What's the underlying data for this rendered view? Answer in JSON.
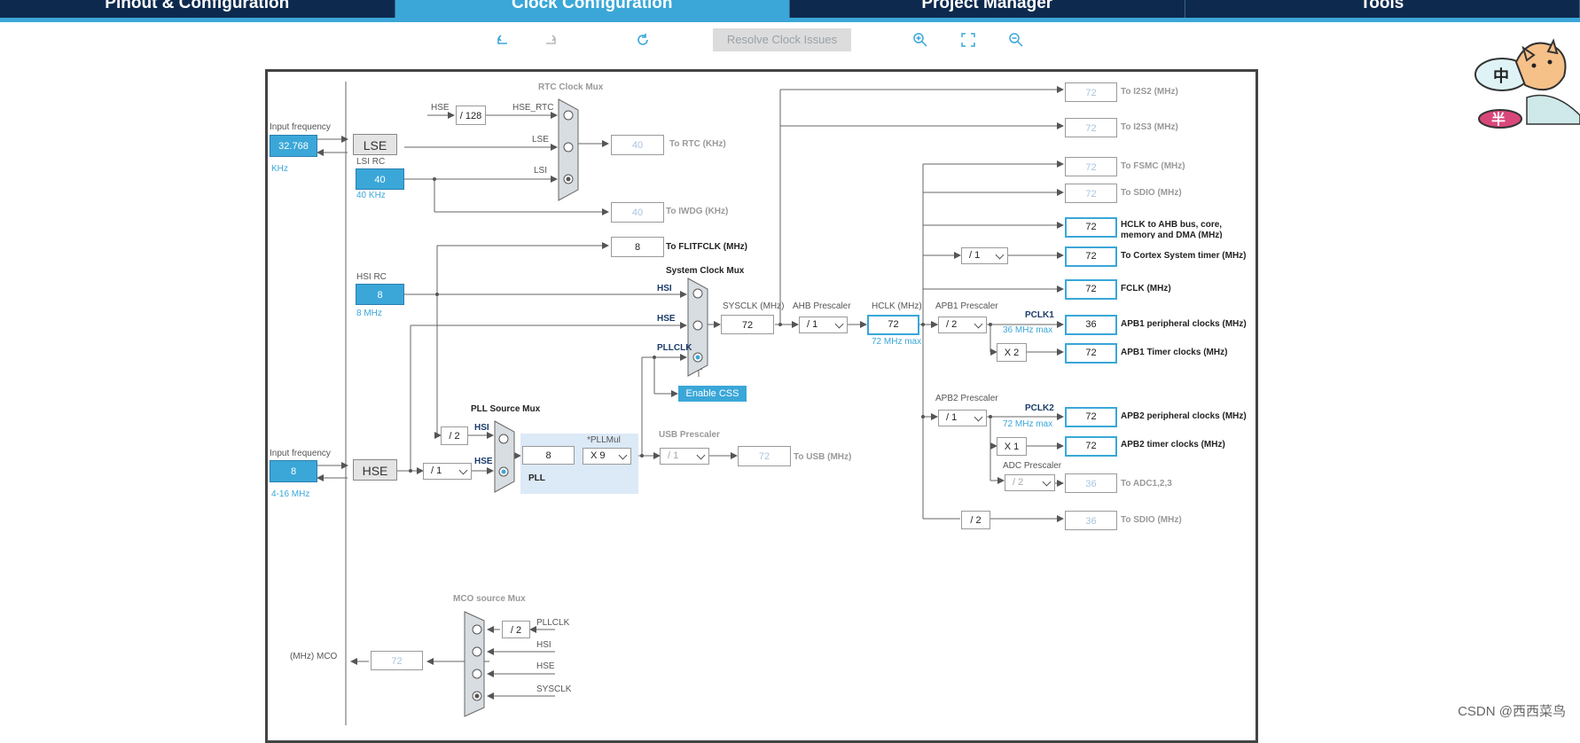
{
  "tabs": [
    {
      "label": "Pinout & Configuration",
      "active": false
    },
    {
      "label": "Clock Configuration",
      "active": true
    },
    {
      "label": "Project Manager",
      "active": false
    },
    {
      "label": "Tools",
      "active": false
    }
  ],
  "toolbar": {
    "resolve_label": "Resolve Clock Issues"
  },
  "inputs": {
    "lse_freq": "32.768",
    "lse_unit": "KHz",
    "lse_label": "Input frequency",
    "hse_freq": "8",
    "hse_range": "4-16 MHz",
    "hse_label": "Input frequency",
    "lse_name": "LSE",
    "hse_name": "HSE",
    "lsi_title": "LSI RC",
    "lsi_value": "40",
    "lsi_unit": "40 KHz",
    "hsi_title": "HSI RC",
    "hsi_value": "8",
    "hsi_unit": "8 MHz"
  },
  "rtc": {
    "title": "RTC Clock Mux",
    "hse_label": "HSE",
    "hse_div": "/ 128",
    "hse_rtc": "HSE_RTC",
    "lse": "LSE",
    "lsi": "LSI",
    "rtc_value": "40",
    "rtc_label": "To RTC (KHz)",
    "iwdg_value": "40",
    "iwdg_label": "To IWDG (KHz)",
    "flitf_value": "8",
    "flitf_label": "To FLITFCLK (MHz)"
  },
  "sysmux": {
    "title": "System Clock Mux",
    "hsi": "HSI",
    "hse": "HSE",
    "pllclk": "PLLCLK",
    "css_button": "Enable CSS"
  },
  "pll": {
    "src_title": "PLL Source Mux",
    "hsi_div": "/ 2",
    "hsi": "HSI",
    "hse": "HSE",
    "hse_pre": "/ 1",
    "input": "8",
    "mul_label": "*PLLMul",
    "mul": "X 9",
    "name": "PLL",
    "usb_title": "USB Prescaler",
    "usb_div": "/ 1",
    "usb_value": "72",
    "usb_label": "To USB (MHz)"
  },
  "sys": {
    "sysclk_label": "SYSCLK (MHz)",
    "sysclk": "72",
    "ahb_label": "AHB Prescaler",
    "ahb": "/ 1",
    "hclk_label": "HCLK (MHz)",
    "hclk": "72",
    "hclk_max": "72 MHz max",
    "apb1_label": "APB1 Prescaler",
    "apb1": "/ 2",
    "pclk1": "PCLK1",
    "pclk1_max": "36 MHz max",
    "x2": "X 2",
    "apb2_label": "APB2 Prescaler",
    "apb2": "/ 1",
    "pclk2": "PCLK2",
    "pclk2_max": "72 MHz max",
    "x1": "X 1",
    "adc_label": "ADC Prescaler",
    "adc": "/ 2",
    "sdio_div": "/ 2",
    "cortex_div": "/ 1"
  },
  "outputs": {
    "i2s2": {
      "value": "72",
      "label": "To I2S2 (MHz)"
    },
    "i2s3": {
      "value": "72",
      "label": "To I2S3 (MHz)"
    },
    "fsmc": {
      "value": "72",
      "label": "To FSMC (MHz)"
    },
    "sdio1": {
      "value": "72",
      "label": "To SDIO (MHz)"
    },
    "hclk": {
      "value": "72",
      "label": "HCLK to AHB bus, core,",
      "label2": "memory and DMA (MHz)"
    },
    "cortex": {
      "value": "72",
      "label": "To Cortex System timer (MHz)"
    },
    "fclk": {
      "value": "72",
      "label": "FCLK (MHz)"
    },
    "apb1p": {
      "value": "36",
      "label": "APB1 peripheral clocks (MHz)"
    },
    "apb1t": {
      "value": "72",
      "label": "APB1 Timer clocks (MHz)"
    },
    "apb2p": {
      "value": "72",
      "label": "APB2 peripheral clocks (MHz)"
    },
    "apb2t": {
      "value": "72",
      "label": "APB2 timer clocks (MHz)"
    },
    "adc": {
      "value": "36",
      "label": "To ADC1,2,3"
    },
    "sdio2": {
      "value": "36",
      "label": "To SDIO (MHz)"
    }
  },
  "mco": {
    "title": "MCO source Mux",
    "label": "(MHz) MCO",
    "value": "72",
    "div": "/ 2",
    "pllclk": "PLLCLK",
    "hsi": "HSI",
    "hse": "HSE",
    "sysclk": "SYSCLK"
  },
  "mascot": {
    "ch1": "中",
    "ch2": "半"
  },
  "watermark": "CSDN @西西菜鸟"
}
